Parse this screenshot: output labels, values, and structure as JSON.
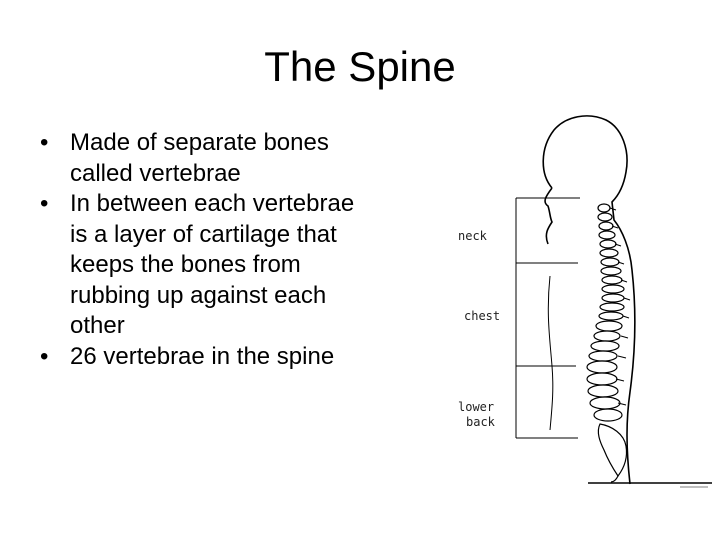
{
  "slide": {
    "title": "The Spine",
    "bullets": [
      "Made of separate bones called vertebrae",
      "In between each vertebrae is a layer of cartilage that keeps the bones from rubbing up against each other",
      "26 vertebrae in the spine"
    ],
    "bullet_glyph": "•"
  },
  "figure": {
    "labels": {
      "neck": "neck",
      "chest": "chest",
      "lower_line1": "lower",
      "lower_line2": "back"
    }
  }
}
